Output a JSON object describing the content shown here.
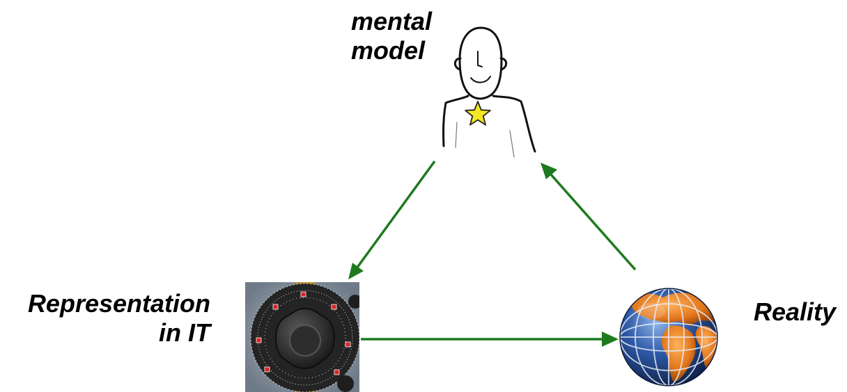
{
  "labels": {
    "mental_line1": "mental",
    "mental_line2": "model",
    "repr_line1": "Representation",
    "repr_line2": "in IT",
    "reality": "Reality"
  },
  "colors": {
    "arrow": "#1e7a1e",
    "star_fill": "#f5e623",
    "ocean": "#2e5aa8",
    "land": "#e2761b",
    "dial": "#2a2a2a",
    "dial_bg": "#8d99a8",
    "brass": "#b8862f"
  },
  "icons": {
    "person": "person-with-star-icon",
    "dial": "rotary-dial-icon",
    "globe": "globe-icon"
  }
}
